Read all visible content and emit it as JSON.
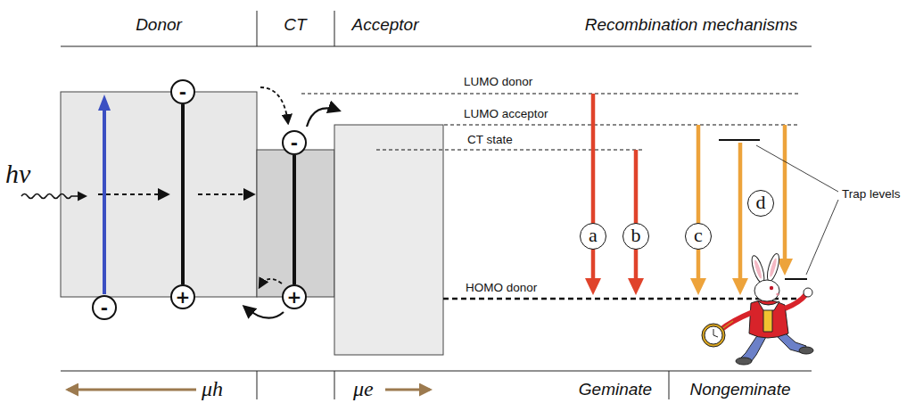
{
  "diagram": {
    "nodes": [
      {
        "text": [
          "-"
        ]
      },
      {
        "text": [
          "-"
        ]
      },
      {
        "text": [
          "+"
        ]
      },
      {
        "text": [
          "-"
        ]
      },
      {
        "text": [
          "+"
        ]
      },
      {
        "text": [
          "a"
        ]
      },
      {
        "text": [
          "b"
        ]
      },
      {
        "text": [
          "c"
        ]
      },
      {
        "text": [
          "d"
        ]
      }
    ],
    "edges": [
      {
        "from": 1,
        "to": 2,
        "arrow": "none"
      },
      {
        "from": 3,
        "to": 4,
        "arrow": "none"
      }
    ],
    "labels": [
      "Donor",
      "CT",
      "Acceptor",
      "Recombination mechanisms",
      "hν",
      "LUMO donor",
      "LUMO acceptor",
      "CT state",
      "HOMO donor",
      "Trap levels",
      "μh",
      "μe",
      "Geminate",
      "Nongeminate"
    ]
  }
}
